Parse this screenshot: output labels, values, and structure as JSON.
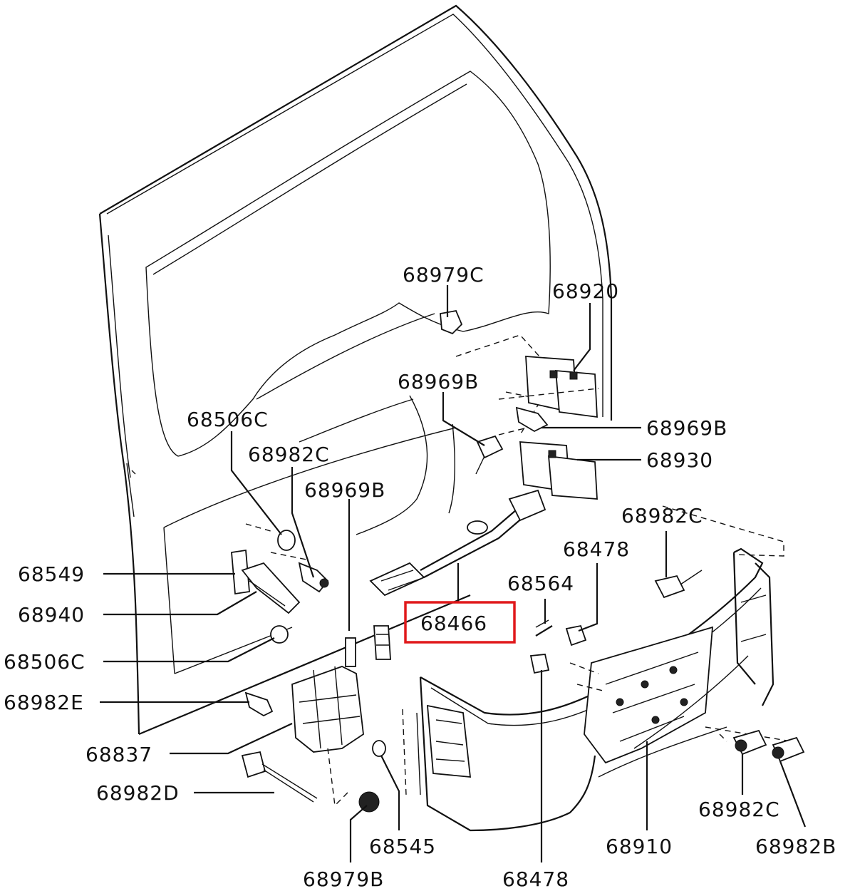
{
  "diagram": {
    "highlight_color": "#e0191b",
    "highlighted_part": "68466",
    "labels": {
      "p68979C": "68979C",
      "p68920": "68920",
      "p68969B_top": "68969B",
      "p68969B_right": "68969B",
      "p68930": "68930",
      "p68506C_top": "68506C",
      "p68982C_left": "68982C",
      "p68969B_mid": "68969B",
      "p68982C_right": "68982C",
      "p68478_top": "68478",
      "p68549": "68549",
      "p68564": "68564",
      "p68940": "68940",
      "p68466": "68466",
      "p68506C_bottom": "68506C",
      "p68982E": "68982E",
      "p68837": "68837",
      "p68982D": "68982D",
      "p68982C_bottom": "68982C",
      "p68545": "68545",
      "p68910": "68910",
      "p68982B": "68982B",
      "p68979B": "68979B",
      "p68478_bottom": "68478"
    }
  }
}
